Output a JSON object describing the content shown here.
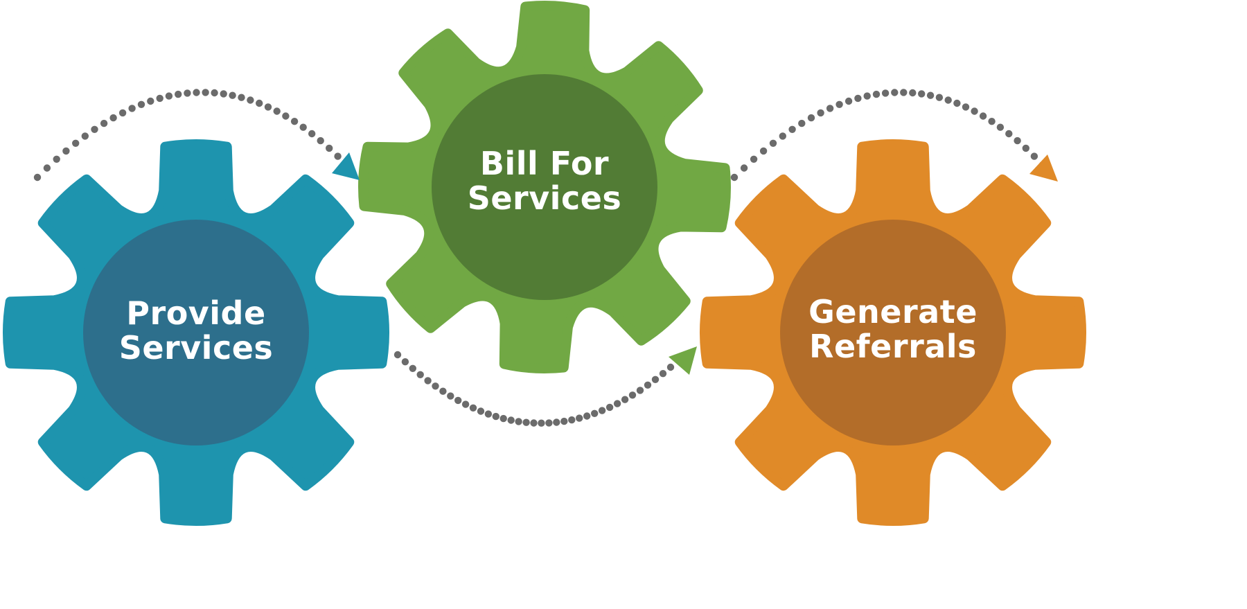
{
  "gears": [
    {
      "id": "provide",
      "line1": "Provide",
      "line2": "Services",
      "outer_color": "#1e94ae",
      "inner_color": "#2d6f8c"
    },
    {
      "id": "bill",
      "line1": "Bill For",
      "line2": "Services",
      "outer_color": "#71a844",
      "inner_color": "#527c35"
    },
    {
      "id": "referrals",
      "line1": "Generate",
      "line2": "Referrals",
      "outer_color": "#e08a28",
      "inner_color": "#b36d29"
    }
  ],
  "arrows": [
    {
      "id": "provide-to-bill",
      "color": "#1e94ae"
    },
    {
      "id": "bill-to-referrals",
      "color": "#71a844"
    },
    {
      "id": "referrals-out",
      "color": "#e08a28"
    }
  ],
  "dot_color": "#6b6b6b"
}
